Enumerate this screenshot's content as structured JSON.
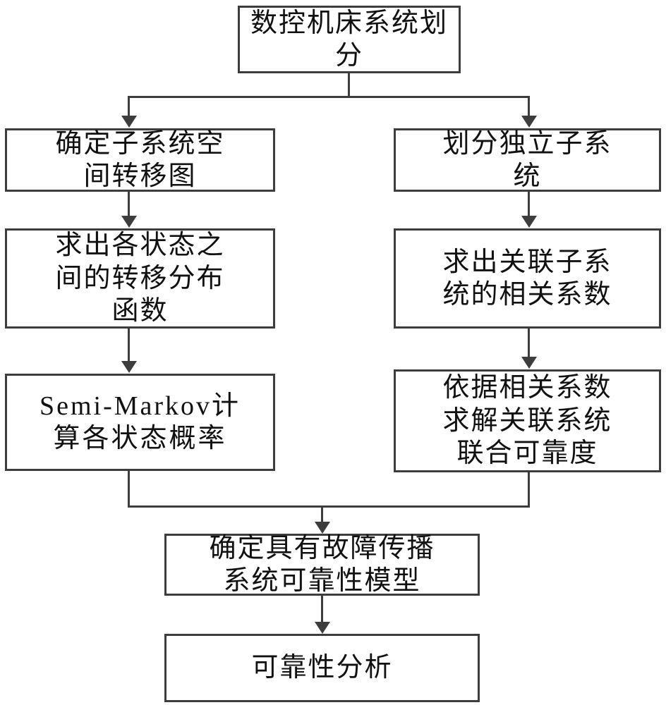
{
  "diagram": {
    "title_node": {
      "id": "system-partition",
      "label": "数控机床系统划分"
    },
    "left_branch": [
      {
        "id": "subsystem-state-space",
        "label": "确定子系统空\n间转移图"
      },
      {
        "id": "transition-distribution",
        "label": "求出各状态之\n间的转移分布\n函数"
      },
      {
        "id": "semi-markov-state-probability",
        "label": "Semi-Markov计\n算各状态概率"
      }
    ],
    "right_branch": [
      {
        "id": "independent-subsystem",
        "label": "划分独立子系\n统"
      },
      {
        "id": "correlation-coefficient",
        "label": "求出关联子系\n统的相关系数"
      },
      {
        "id": "joint-reliability",
        "label": "依据相关系数\n求解关联系统\n联合可靠度"
      }
    ],
    "merge_nodes": [
      {
        "id": "fault-propagation-model",
        "label": "确定具有故障传播\n系统可靠性模型"
      },
      {
        "id": "reliability-analysis",
        "label": "可靠性分析"
      }
    ],
    "style": {
      "stroke_color": "#3d3d3d",
      "text_color": "#111111",
      "background": "#ffffff"
    }
  }
}
